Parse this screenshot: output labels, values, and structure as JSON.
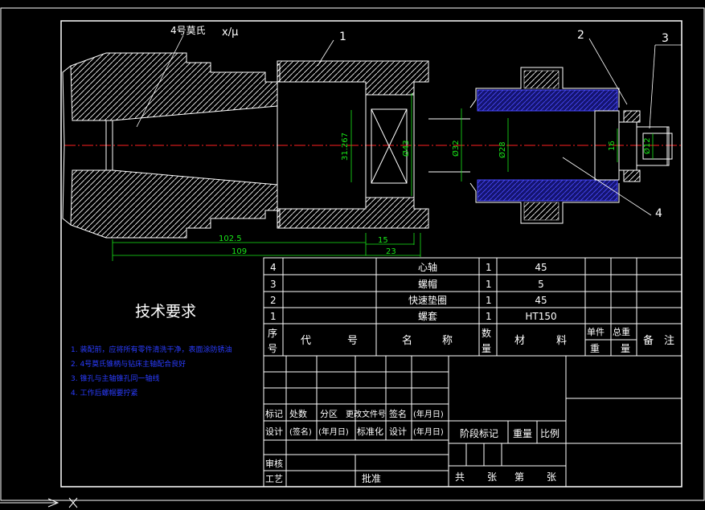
{
  "colors": {
    "background": "#000000",
    "line": "#ffffff",
    "dimension": "#19e819",
    "centerline": "#ff2020",
    "notes": "#2a3cff",
    "hatch_blue": "#1a1aa0"
  },
  "drawing": {
    "part_labels": [
      "1",
      "2",
      "3",
      "4"
    ],
    "tool_label": "4号莫氏",
    "symbol_label": "x/μ",
    "dimensions": {
      "d1": "31.267",
      "d2": "Ø43",
      "d3": "Ø32",
      "d4": "Ø28",
      "d5": "16",
      "d6": "Ø12",
      "l1": "102.5",
      "l2": "109",
      "l3": "15",
      "l4": "23"
    }
  },
  "tech_req": {
    "title": "技术要求",
    "items": [
      "1. 装配前，应将所有零件清洗干净，表面涂防锈油",
      "2. 4号莫氏锥柄与钻床主轴配合良好",
      "3. 锥孔与主轴锥孔同一轴线",
      "4. 工作后螺帽要拧紧"
    ]
  },
  "bom": {
    "rows": [
      {
        "no": "4",
        "code": "",
        "name": "心轴",
        "qty": "1",
        "material": "45"
      },
      {
        "no": "3",
        "code": "",
        "name": "螺帽",
        "qty": "1",
        "material": "5"
      },
      {
        "no": "2",
        "code": "",
        "name": "快速垫圈",
        "qty": "1",
        "material": "45"
      },
      {
        "no": "1",
        "code": "",
        "name": "螺套",
        "qty": "1",
        "material": "HT150"
      }
    ],
    "header": {
      "no1": "序",
      "no2": "号",
      "code1": "代",
      "code2": "号",
      "name1": "名",
      "name2": "称",
      "qty1": "数",
      "qty2": "量",
      "mat1": "材",
      "mat2": "料",
      "unit": "单件",
      "total": "总重",
      "weight1": "重",
      "weight2": "量",
      "remark1": "备",
      "remark2": "注"
    }
  },
  "title_block": {
    "mark": "标记",
    "count": "处数",
    "zone": "分区",
    "doc": "更改文件号",
    "sign": "签名",
    "date": "(年月日)",
    "design": "设计",
    "sign2": "(签名)",
    "date2": "(年月日)",
    "std": "标准化",
    "design2": "设计",
    "date3": "(年月日)",
    "stage": "阶段标记",
    "weight": "重量",
    "scale": "比例",
    "check": "审核",
    "process": "工艺",
    "approve": "批准",
    "sheets1": "共",
    "sheets2": "张",
    "sheets3": "第",
    "sheets4": "张"
  }
}
